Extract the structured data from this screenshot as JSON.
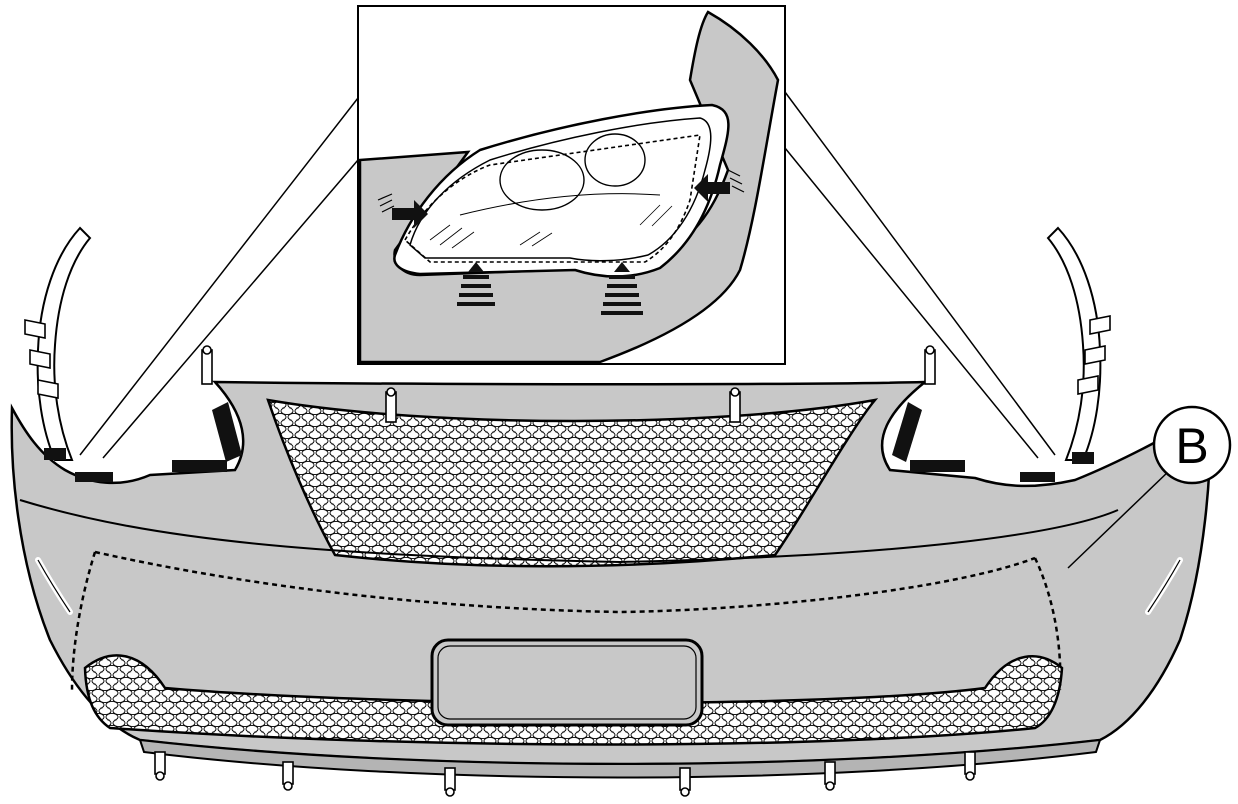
{
  "callout": {
    "label": "B"
  },
  "colors": {
    "panel": "#c8c8c8",
    "outline": "#000000",
    "grille": "#ffffff",
    "clip": "#111111"
  },
  "icons": [
    "detail-inset",
    "clip-arrow",
    "mesh-grille",
    "plate-recess",
    "callout-circle"
  ]
}
